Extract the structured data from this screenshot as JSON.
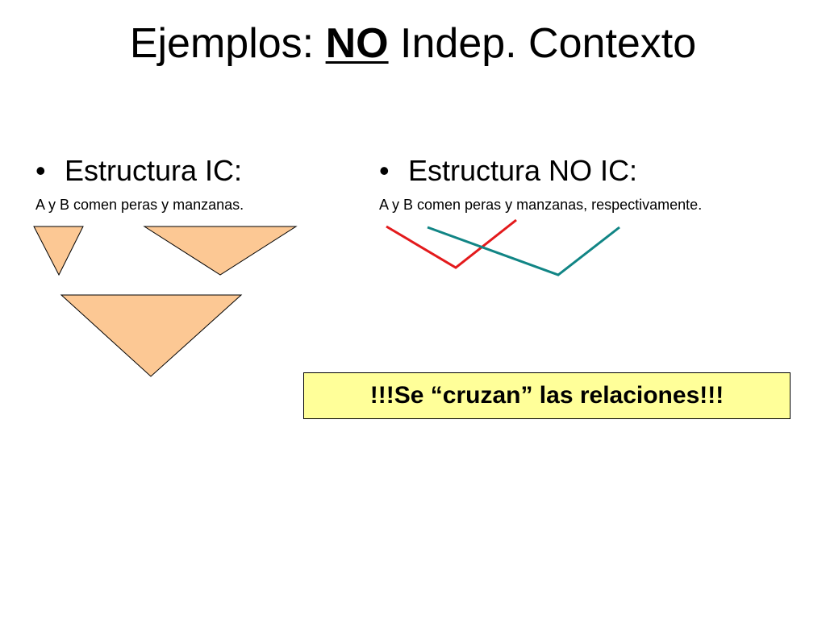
{
  "title": {
    "prefix": "Ejemplos: ",
    "emphasis": "NO",
    "suffix": " Indep. Contexto"
  },
  "left": {
    "bullet": "•",
    "heading": "Estructura IC:",
    "sentence": "A y B comen peras y manzanas."
  },
  "right": {
    "bullet": "•",
    "heading": "Estructura NO IC:",
    "sentence": "A y B comen peras y manzanas, respectivamente."
  },
  "colors": {
    "triangle_fill": "#fcc894",
    "triangle_stroke": "#000000",
    "red_link": "#e31a1c",
    "teal_link": "#118585",
    "callout_background": "#ffff99"
  },
  "callout": {
    "text": "!!!Se “cruzan” las relaciones!!!"
  }
}
